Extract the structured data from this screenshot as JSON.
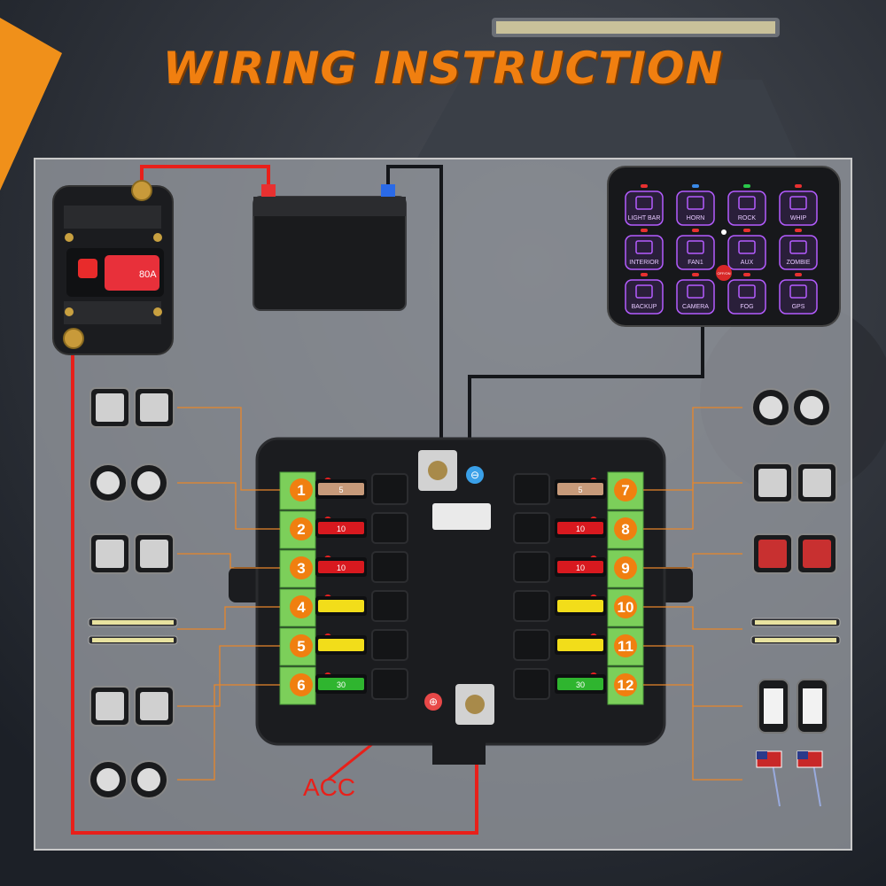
{
  "title": "WIRING INSTRUCTION",
  "breaker": {
    "rating": "80A"
  },
  "acc_label": "ACC",
  "control_panel": {
    "buttons": [
      "LIGHT BAR",
      "HORN",
      "ROCK",
      "WHIP",
      "INTERIOR",
      "FAN1",
      "AUX",
      "ZOMBIE",
      "BACKUP",
      "CAMERA",
      "FOG",
      "GPS"
    ],
    "power_label": "OFF/ON"
  },
  "fuse_box": {
    "left_channels": [
      "1",
      "2",
      "3",
      "4",
      "5",
      "6"
    ],
    "right_channels": [
      "7",
      "8",
      "9",
      "10",
      "11",
      "12"
    ],
    "left_fuses": [
      {
        "rating": "5",
        "color": "#c79a7a"
      },
      {
        "rating": "10",
        "color": "#d8191f"
      },
      {
        "rating": "10",
        "color": "#d8191f"
      },
      {
        "rating": "",
        "color": "#f2dd1a"
      },
      {
        "rating": "",
        "color": "#f2dd1a"
      },
      {
        "rating": "30",
        "color": "#2fb52f"
      }
    ],
    "right_fuses": [
      {
        "rating": "5",
        "color": "#c79a7a"
      },
      {
        "rating": "10",
        "color": "#d8191f"
      },
      {
        "rating": "10",
        "color": "#d8191f"
      },
      {
        "rating": "",
        "color": "#f2dd1a"
      },
      {
        "rating": "",
        "color": "#f2dd1a"
      },
      {
        "rating": "30",
        "color": "#2fb52f"
      }
    ]
  },
  "colors": {
    "accent": "#f07f10",
    "positive_wire": "#e8201a",
    "negative_wire": "#14161a",
    "button_glow": "#b45cff",
    "terminal_green": "#7ccf5a"
  },
  "accessories_left": [
    "cube-pod-lights",
    "round-led-lights",
    "square-work-lights",
    "led-light-bars",
    "headlight-projectors",
    "round-driving-lights"
  ],
  "accessories_right": [
    "round-pod-lights",
    "square-pod-lights",
    "red-square-lights",
    "dual-light-bars",
    "rock-lights",
    "flag-whip-lights"
  ]
}
